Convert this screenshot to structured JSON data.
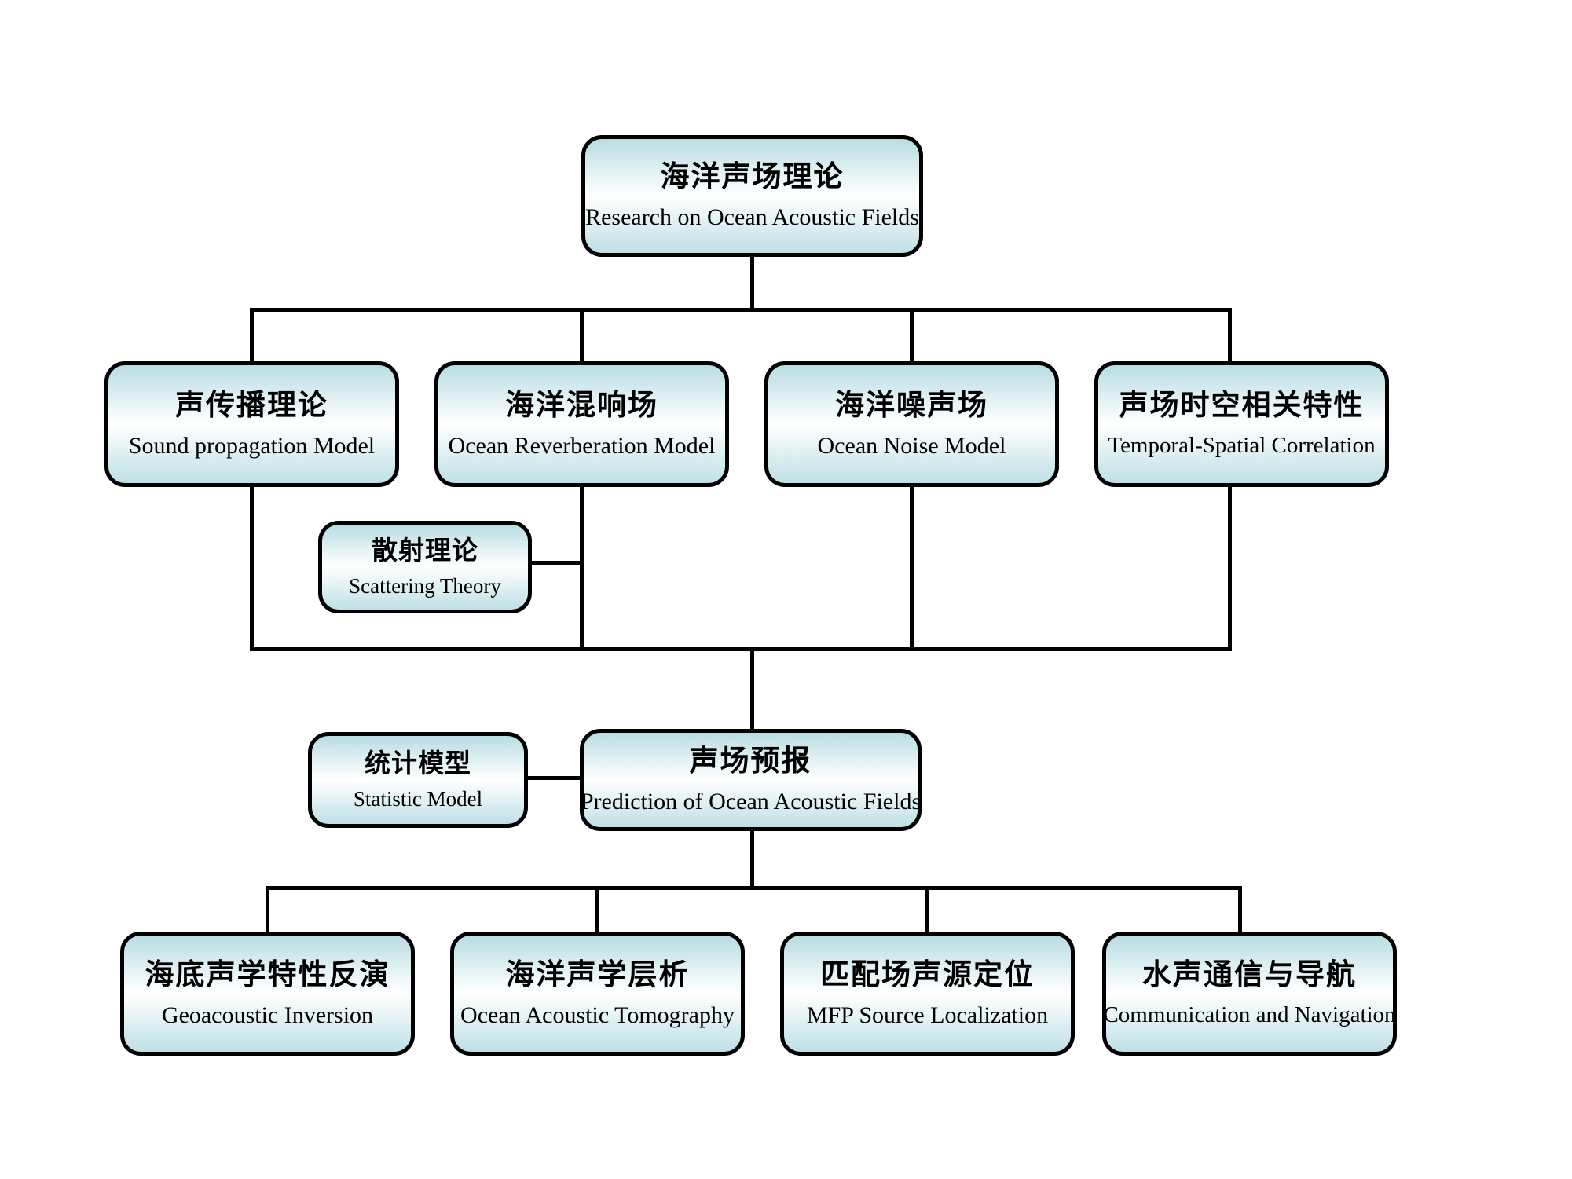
{
  "diagram": {
    "title_cn": "海洋声场理论",
    "title_en": "Research on Ocean Acoustic Fields",
    "colors": {
      "box_fill_top": "#b9dde3",
      "box_fill_mid": "#ffffff",
      "box_fill_bottom": "#bfe0e5",
      "border": "#000000",
      "connector": "#000000",
      "background": "#ffffff"
    }
  },
  "nodes": {
    "root": {
      "cn": "海洋声场理论",
      "en": "Research on Ocean Acoustic Fields"
    },
    "theory": [
      {
        "cn": "声传播理论",
        "en": "Sound propagation Model"
      },
      {
        "cn": "海洋混响场",
        "en": "Ocean Reverberation Model"
      },
      {
        "cn": "海洋噪声场",
        "en": "Ocean Noise Model"
      },
      {
        "cn": "声场时空相关特性",
        "en": "Temporal-Spatial Correlation"
      }
    ],
    "scattering": {
      "cn": "散射理论",
      "en": "Scattering Theory"
    },
    "statistic": {
      "cn": "统计模型",
      "en": "Statistic Model"
    },
    "prediction": {
      "cn": "声场预报",
      "en": "Prediction of Ocean Acoustic Fields"
    },
    "applications": [
      {
        "cn": "海底声学特性反演",
        "en": "Geoacoustic Inversion"
      },
      {
        "cn": "海洋声学层析",
        "en": "Ocean Acoustic Tomography"
      },
      {
        "cn": "匹配场声源定位",
        "en": "MFP Source Localization"
      },
      {
        "cn": "水声通信与导航",
        "en": "Communication and Navigation"
      }
    ]
  }
}
